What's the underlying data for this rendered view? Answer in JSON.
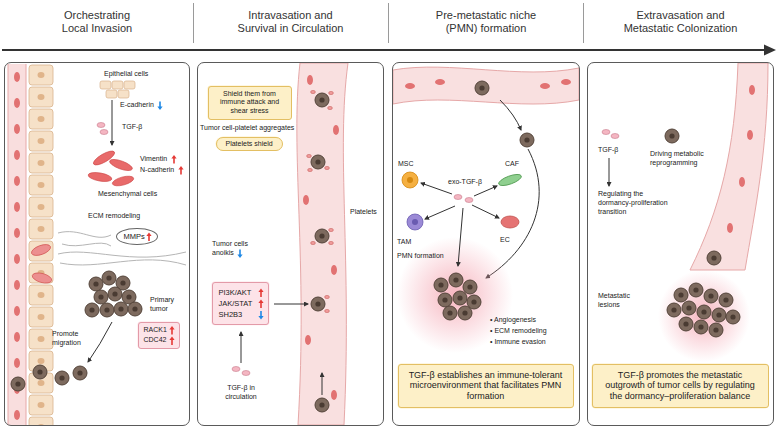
{
  "diagram": {
    "nodes": [
      {
        "text": [
          "Orchestrating Local Invasion"
        ]
      },
      {
        "text": [
          "MMPs"
        ],
        "in": 0
      },
      {
        "text": [
          "RACK1",
          "CDC42"
        ],
        "in": 0
      },
      {
        "text": [
          "Intravasation and Survival in Circulation"
        ]
      },
      {
        "text": [
          "Shield them from immune attack and shear stress"
        ],
        "in": 3
      },
      {
        "text": [
          "Platelets shield"
        ],
        "in": 3
      },
      {
        "text": [
          "PI3K/AKT",
          "JAK/STAT",
          "SH2B3"
        ],
        "in": 3
      },
      {
        "text": [
          "Pre-metastatic niche (PMN) formation"
        ]
      },
      {
        "text": [
          "TGF-β establishes an immune-tolerant microenvironment that facilitates PMN formation"
        ],
        "in": 7
      },
      {
        "text": [
          "Extravasation and Metastatic Colonization"
        ]
      },
      {
        "text": [
          "TGF-β promotes the metastatic outgrowth of tumor cells by regulating the dormancy–proliferation balance"
        ],
        "in": 9
      }
    ],
    "labels": [
      "Epithelial cells",
      "E-cadherin",
      "TGF-β",
      "Vimentin",
      "N-cadherin",
      "Mesenchymal cells",
      "ECM remodeling",
      "Primary tumor",
      "Promote migration",
      "Tumor cell-platelet aggregates",
      "Platelets",
      "Tumor cells anoikis",
      "TGF-β in circulation",
      "MSC",
      "exo-TGF-β",
      "CAF",
      "TAM",
      "EC",
      "PMN formation",
      "• Angiogenesis",
      "• ECM remodeling",
      "• Immune evasion",
      "TGF-β",
      "Regulating the dormancy-proliferation transition",
      "Driving metabolic reprogramming",
      "Metastatic lesions"
    ]
  }
}
